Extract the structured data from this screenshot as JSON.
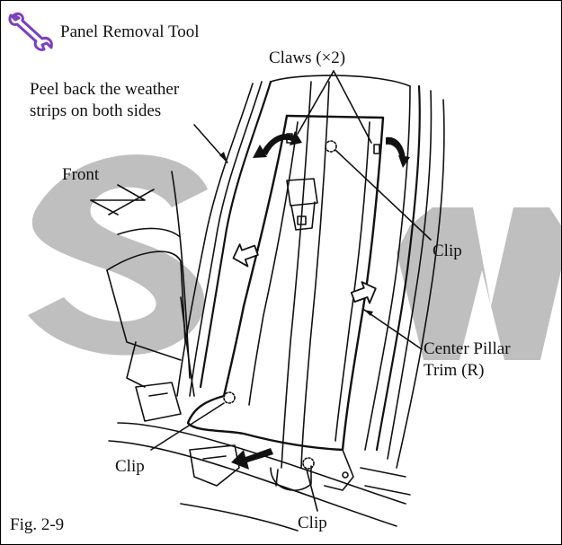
{
  "tool": {
    "icon": "wrench-icon",
    "name": "Panel Removal Tool"
  },
  "labels": {
    "claws": "Claws (×2)",
    "weather_strip_line1": "Peel back the weather",
    "weather_strip_line2": "strips on both sides",
    "front": "Front",
    "clip_right": "Clip",
    "center_pillar_line1": "Center Pillar",
    "center_pillar_line2": "Trim (R)",
    "clip_left": "Clip",
    "clip_bottom": "Clip"
  },
  "figure_number": "Fig. 2-9",
  "watermark": "SW",
  "colors": {
    "line": "#111111",
    "watermark": "#b4b4b4",
    "icon_fill": "#7a3fbf"
  }
}
